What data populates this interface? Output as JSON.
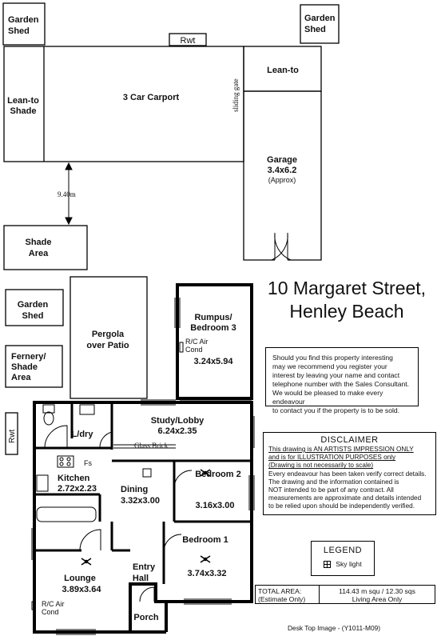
{
  "plan": {
    "garden_shed_left": [
      "Garden",
      "Shed"
    ],
    "garden_shed_right": [
      "Garden",
      "Shed"
    ],
    "rwt_top": "Rwt",
    "lean_to_shade": [
      "Lean-to",
      "Shade"
    ],
    "carport": "3 Car Carport",
    "sliding_gate": "sliding gate",
    "lean_to": "Lean-to",
    "garage": [
      "Garage",
      "3.4x6.2",
      "(Approx)"
    ],
    "distance": "9.40m",
    "shade_area": [
      "Shade",
      "Area"
    ],
    "garden_shed_lower": [
      "Garden",
      "Shed"
    ],
    "pergola": [
      "Pergola",
      "over Patio"
    ],
    "fernery": [
      "Fernery/",
      "Shade",
      "Area"
    ],
    "rwt_side": "Rwt",
    "rumpus": [
      "Rumpus/",
      "Bedroom 3",
      "3.24x5.94"
    ],
    "rc_air_rumpus": [
      "R/C Air",
      "Cond"
    ],
    "study": [
      "Study/Lobby",
      "6.24x2.35"
    ],
    "laundry": "L/dry",
    "glass_brick": "Glass Brick",
    "fs": "Fs",
    "kitchen": [
      "Kitchen",
      "2.72x2.23"
    ],
    "dining": [
      "Dining",
      "3.32x3.00"
    ],
    "bedroom2": [
      "Bedroom 2",
      "3.16x3.00"
    ],
    "bedroom1": [
      "Bedroom 1",
      "3.74x3.32"
    ],
    "entry": [
      "Entry",
      "Hall"
    ],
    "lounge": [
      "Lounge",
      "3.89x3.64"
    ],
    "rc_air_lounge": [
      "R/C Air",
      "Cond"
    ],
    "porch": "Porch"
  },
  "address": [
    "10 Margaret Street,",
    "Henley Beach"
  ],
  "info_text": [
    "Should you find this property interesting",
    "may we recommend you register your",
    "interest by leaving your name and contact",
    "telephone number with the Sales Consultant.",
    "We would be pleased to make every endeavour",
    "to contact you if the property is to be sold."
  ],
  "disclaimer": {
    "title": "DISCLAIMER",
    "underlined": [
      "This drawing is AN ARTISTS IMPRESSION ONLY",
      "and is for ILLUSTRATION PURPOSES only",
      "(Drawing is not necessarily to scale)"
    ],
    "lines": [
      "Every endeavour has been taken verify correct details.",
      "The drawing and the information contained is",
      "NOT intended to be part of any contract.  All",
      "measurements are approximate and details intended",
      "to be relied upon should be independently verified."
    ]
  },
  "legend": {
    "title": "LEGEND",
    "item": "Sky light"
  },
  "total": {
    "label": [
      "TOTAL AREA:",
      "(Estimate Only)"
    ],
    "value": [
      "114.43 m squ / 12.30 sqs",
      "Living Area Only"
    ]
  },
  "credit": "Desk Top Image -   (Y1011-M09)"
}
